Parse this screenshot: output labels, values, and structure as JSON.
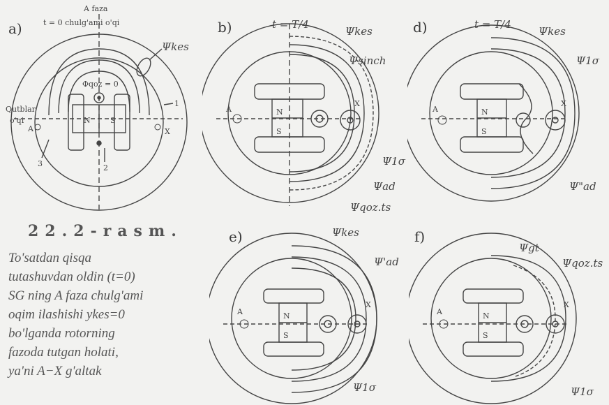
{
  "panels": {
    "a": {
      "label": "a)",
      "title_line1": "A faza",
      "title_line2": "t = 0  chulg'ami o'qi",
      "psi_label": "Ψkes",
      "phi_label": "Φqoz = 0",
      "qutb_line1": "Qutblar",
      "qutb_line2": "o'qi",
      "phase_a": "A",
      "phase_x": "X",
      "pole_n": "N",
      "pole_s": "S",
      "num1": "1",
      "num2": "2",
      "num3": "3"
    },
    "b": {
      "label": "b)",
      "time": "t = T/4",
      "psi_kes": "Ψkes",
      "psi_sinch": "Ψsinch",
      "psi_1s": "Ψ1σ",
      "psi_ad": "Ψad",
      "psi_qoz": "Ψqoz.ts",
      "phase_a": "A",
      "phase_x": "X",
      "pole_n": "N",
      "pole_s": "S"
    },
    "d": {
      "label": "d)",
      "time": "t = T/4",
      "psi_kes": "Ψkes",
      "psi_1s": "Ψ1σ",
      "psi_ad2": "Ψ\"ad",
      "phase_a": "A",
      "phase_x": "X",
      "pole_n": "N",
      "pole_s": "S"
    },
    "e": {
      "label": "e)",
      "psi_kes": "Ψkes",
      "psi_ad1": "Ψ'ad",
      "psi_1s": "Ψ1σ",
      "phase_a": "A",
      "phase_x": "X",
      "pole_n": "N",
      "pole_s": "S"
    },
    "f": {
      "label": "f)",
      "psi_gt": "Ψgt",
      "psi_qoz": "Ψqoz.ts",
      "psi_1s": "Ψ1σ",
      "phase_a": "A",
      "phase_x": "X",
      "pole_n": "N",
      "pole_s": "S"
    }
  },
  "caption": {
    "title": "22.2-rasm.",
    "lines": [
      "To'satdan          qisqa",
      "tutashuvdan oldin (t=0)",
      "SG ning A faza chulg'ami",
      "oqim ilashishi ykes=0",
      "bo'lganda     rotorning",
      "fazoda tutgan holati,",
      "ya'ni     A−X  g'altak"
    ]
  }
}
